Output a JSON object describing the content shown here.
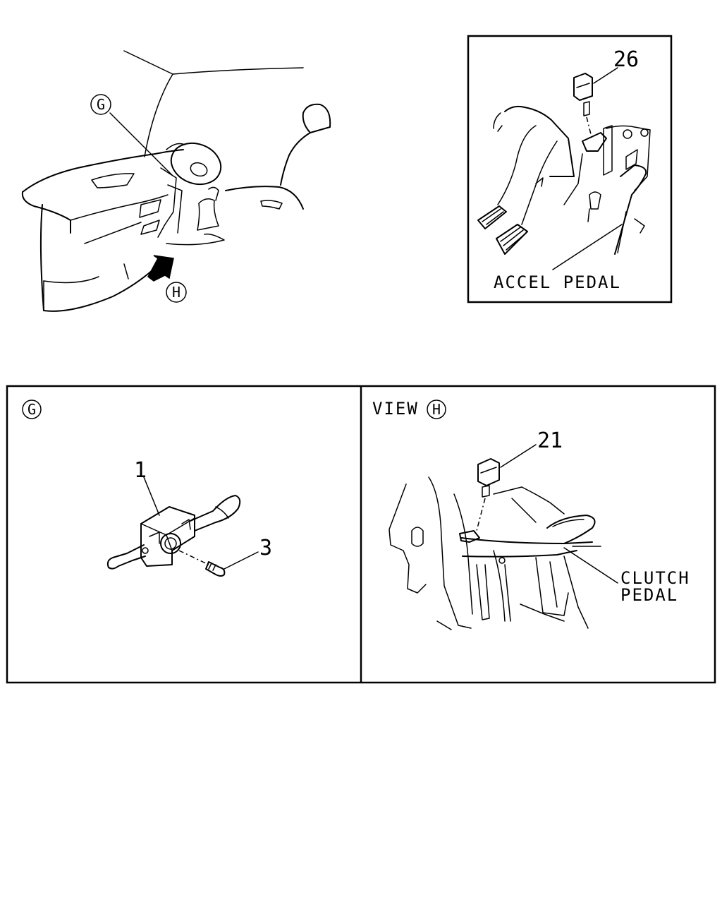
{
  "callouts": {
    "view_g_marker": "G",
    "view_h_marker": "H",
    "panel_g_marker": "G",
    "panel_h_marker": "H"
  },
  "labels": {
    "view_prefix": "VIEW",
    "accel_pedal": "ACCEL PEDAL",
    "clutch_pedal_line1": "CLUTCH",
    "clutch_pedal_line2": "PEDAL"
  },
  "part_numbers": {
    "accel_switch": "26",
    "combination_switch": "1",
    "screw": "3",
    "clutch_switch": "21"
  }
}
